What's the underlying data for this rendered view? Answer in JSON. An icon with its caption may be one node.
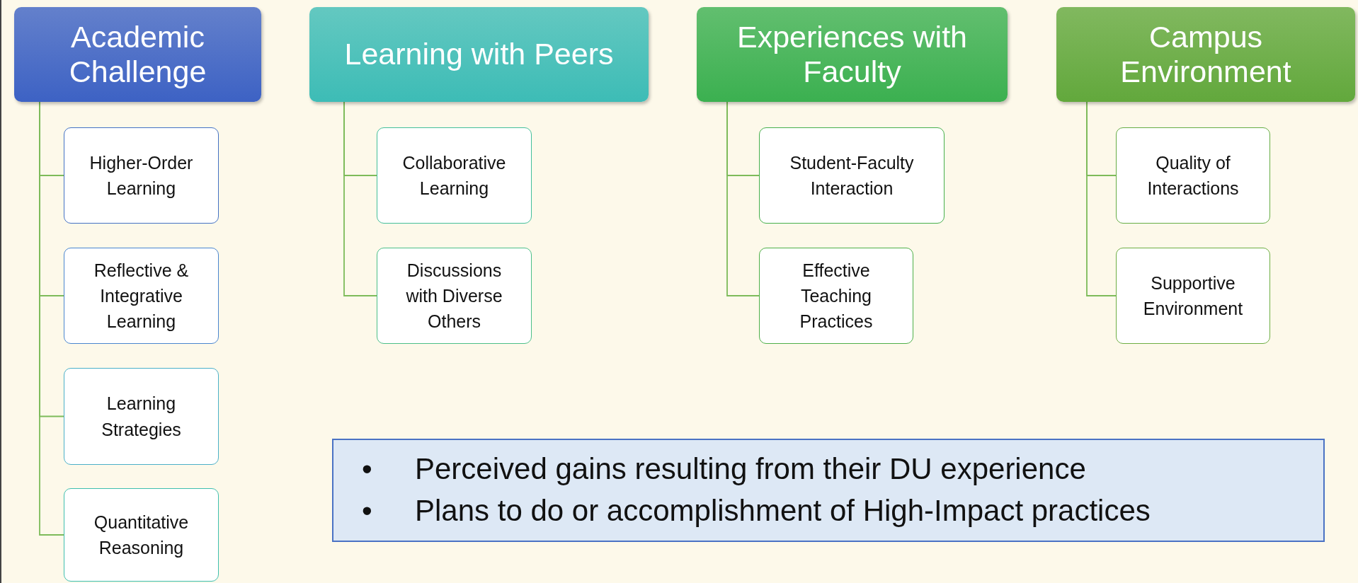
{
  "diagram": {
    "nodes": [
      {
        "text": [
          "Academic Challenge"
        ]
      },
      {
        "text": [
          "Higher-Order Learning"
        ]
      },
      {
        "text": [
          "Reflective & Integrative Learning"
        ]
      },
      {
        "text": [
          "Learning Strategies"
        ]
      },
      {
        "text": [
          "Quantitative Reasoning"
        ]
      },
      {
        "text": [
          "Learning with Peers"
        ]
      },
      {
        "text": [
          "Collaborative Learning"
        ]
      },
      {
        "text": [
          "Discussions with Diverse Others"
        ]
      },
      {
        "text": [
          "Experiences with Faculty"
        ]
      },
      {
        "text": [
          "Student-Faculty Interaction"
        ]
      },
      {
        "text": [
          "Effective Teaching Practices"
        ]
      },
      {
        "text": [
          "Campus Environment"
        ]
      },
      {
        "text": [
          "Quality of Interactions"
        ]
      },
      {
        "text": [
          "Supportive Environment"
        ]
      },
      {
        "text": [
          "Perceived gains resulting from their DU experience",
          "Plans to do or accomplishment of High-Impact practices"
        ]
      }
    ],
    "edges": [
      {
        "from": 0,
        "to": 1,
        "arrow": "none"
      },
      {
        "from": 0,
        "to": 2,
        "arrow": "none"
      },
      {
        "from": 0,
        "to": 3,
        "arrow": "none"
      },
      {
        "from": 0,
        "to": 4,
        "arrow": "none"
      },
      {
        "from": 5,
        "to": 6,
        "arrow": "none"
      },
      {
        "from": 5,
        "to": 7,
        "arrow": "none"
      },
      {
        "from": 8,
        "to": 9,
        "arrow": "none"
      },
      {
        "from": 8,
        "to": 10,
        "arrow": "none"
      },
      {
        "from": 11,
        "to": 12,
        "arrow": "none"
      },
      {
        "from": 11,
        "to": 13,
        "arrow": "none"
      }
    ],
    "labels": [
      "•",
      "•"
    ]
  }
}
